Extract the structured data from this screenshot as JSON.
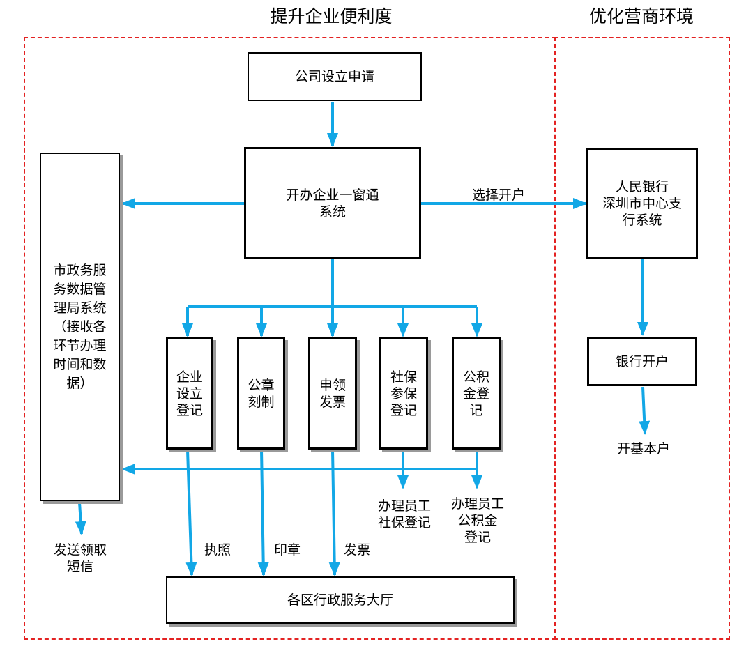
{
  "sections": {
    "left_title": "提升企业便利度",
    "right_title": "优化营商环境"
  },
  "boxes": {
    "company_application": "公司设立申请",
    "one_window_system": "开办企业一窗通\n系统",
    "gov_data_bureau": "市政务服\n务数据管\n理局系统\n（接收各\n环节办理\n时间和数\n据）",
    "business_registration": "企业\n设立\n登记",
    "seal_carving": "公章\n刻制",
    "invoice_application": "申领\n发票",
    "social_security_registration": "社保\n参保\n登记",
    "housing_fund_registration": "公积\n金登\n记",
    "admin_service_hall": "各区行政服务大厅",
    "pboc_system": "人民银行\n深圳市中心支\n行系统",
    "bank_account_opening": "银行开户"
  },
  "labels": {
    "select_account": "选择开户",
    "send_sms": "发送领取\n短信",
    "license": "执照",
    "seal": "印章",
    "invoice": "发票",
    "staff_social_security": "办理员工\n社保登记",
    "staff_housing_fund": "办理员工\n公积金\n登记",
    "basic_account": "开基本户"
  },
  "colors": {
    "arrow": "#12a7e6",
    "dashed_border": "#e32222",
    "box_border": "#000000",
    "box_shadow": "#9a9a9a"
  }
}
